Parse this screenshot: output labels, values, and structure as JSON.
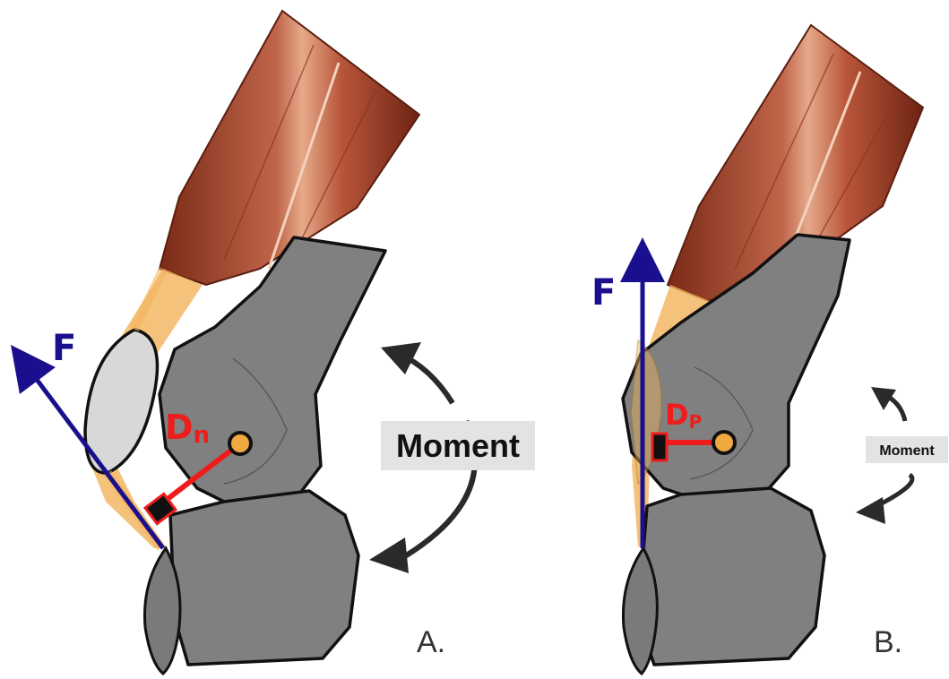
{
  "panels": [
    {
      "panel_label": "A.",
      "force_label": "F",
      "distance_label_main": "D",
      "distance_label_sub": "n",
      "moment_label": "Moment"
    },
    {
      "panel_label": "B.",
      "force_label": "F",
      "distance_label_main": "D",
      "distance_label_sub": "P",
      "moment_label": "Moment"
    }
  ],
  "colors": {
    "bone": "#808080",
    "bone_outline": "#111111",
    "muscle": "#a64a2e",
    "tendon": "#f2b35a",
    "force_arrow": "#1a0f8c",
    "moment_arm": "#ef1c1c",
    "joint_center": "#f0a840",
    "moment_box": "#e3e3e3"
  }
}
